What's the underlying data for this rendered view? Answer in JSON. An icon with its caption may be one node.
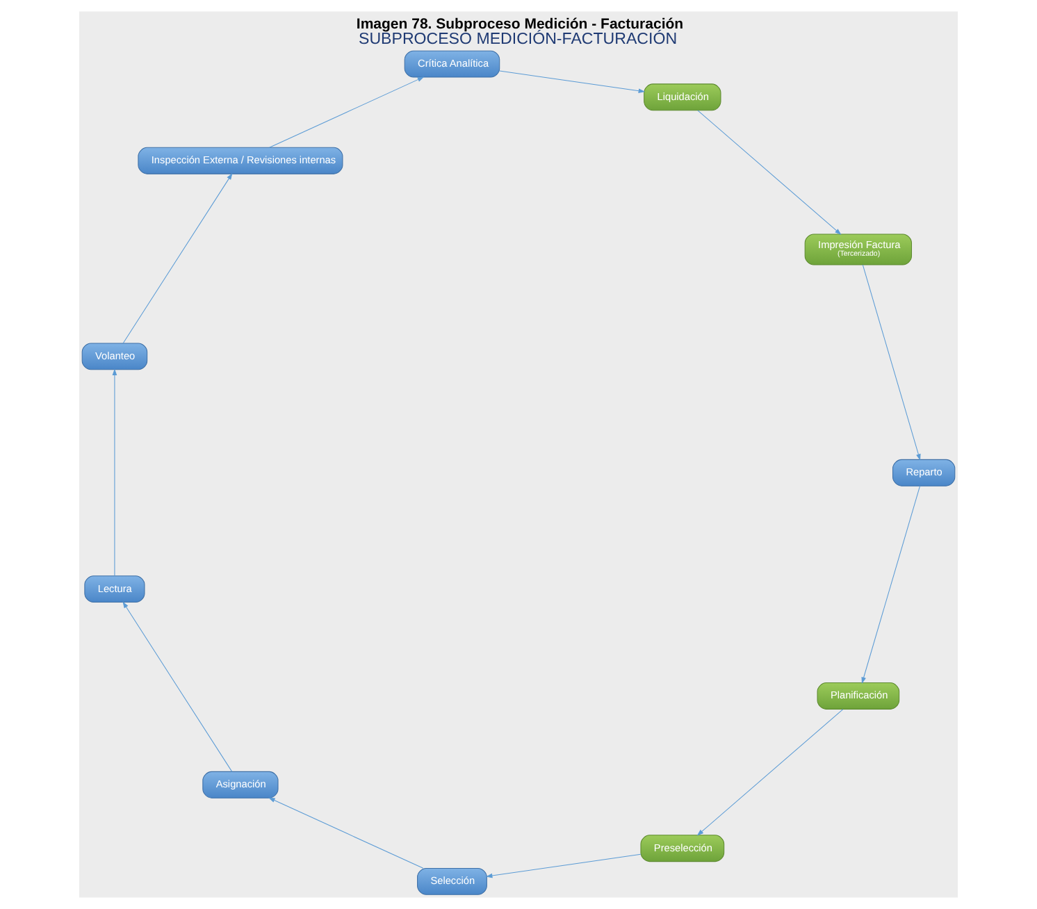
{
  "diagram": {
    "title": "SUBPROCESO MEDICIÓN-FACTURACIÓN",
    "caption": "Imagen 78. Subproceso Medición - Facturación",
    "nodes": [
      {
        "text": [
          "Planificación"
        ]
      },
      {
        "text": [
          "Preselección"
        ]
      },
      {
        "text": [
          "Selección"
        ]
      },
      {
        "text": [
          "Asignación"
        ]
      },
      {
        "text": [
          "Lectura"
        ]
      },
      {
        "text": [
          "Volanteo"
        ]
      },
      {
        "text": [
          "Inspección Externa / Revisiones internas"
        ]
      },
      {
        "text": [
          "Crítica Analítica"
        ]
      },
      {
        "text": [
          "Liquidación"
        ]
      },
      {
        "text": [
          "Impresión Factura",
          "(Tercerizado)"
        ]
      },
      {
        "text": [
          "Reparto"
        ]
      }
    ],
    "edges": [
      {
        "from": 0,
        "to": 1,
        "arrow": "to"
      },
      {
        "from": 1,
        "to": 2,
        "arrow": "to"
      },
      {
        "from": 2,
        "to": 3,
        "arrow": "to"
      },
      {
        "from": 3,
        "to": 4,
        "arrow": "to"
      },
      {
        "from": 4,
        "to": 5,
        "arrow": "to"
      },
      {
        "from": 5,
        "to": 6,
        "arrow": "to"
      },
      {
        "from": 6,
        "to": 7,
        "arrow": "to"
      },
      {
        "from": 7,
        "to": 8,
        "arrow": "to"
      },
      {
        "from": 8,
        "to": 9,
        "arrow": "to"
      },
      {
        "from": 9,
        "to": 10,
        "arrow": "to"
      },
      {
        "from": 10,
        "to": 0,
        "arrow": "to"
      }
    ]
  }
}
